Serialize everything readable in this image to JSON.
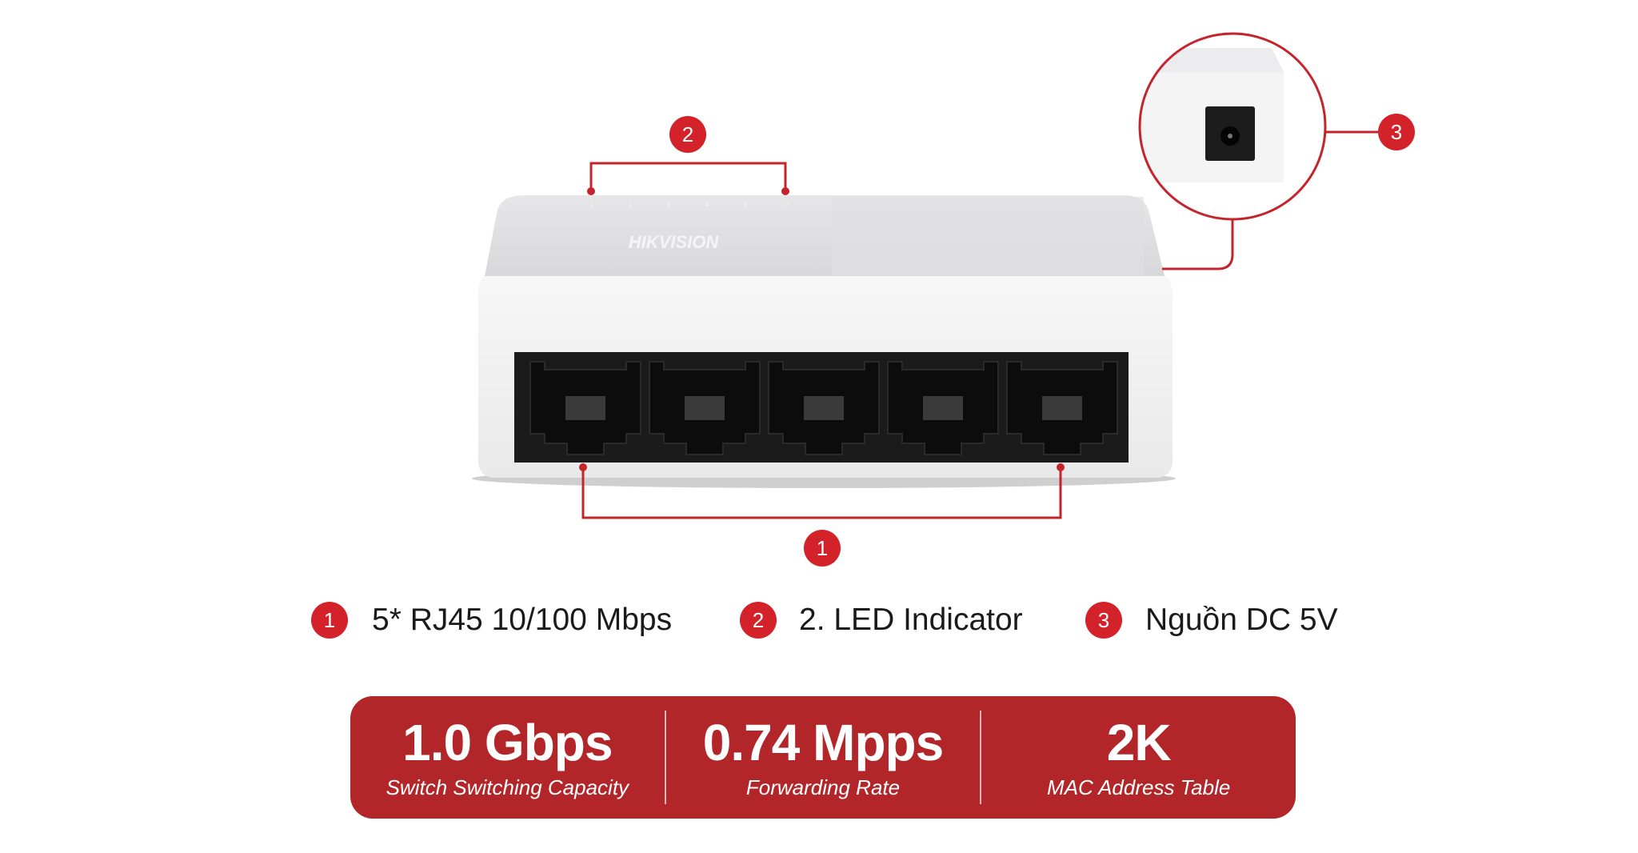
{
  "device": {
    "brand_logo": "HIKVISION",
    "led_labels": [
      "1",
      "2",
      "3",
      "4",
      "5",
      "⏻"
    ]
  },
  "callouts": [
    {
      "number": "1"
    },
    {
      "number": "2"
    },
    {
      "number": "3"
    }
  ],
  "legend": [
    {
      "number": "1",
      "text": "5* RJ45 10/100 Mbps"
    },
    {
      "number": "2",
      "text": "2. LED Indicator"
    },
    {
      "number": "3",
      "text": "Nguồn DC 5V"
    }
  ],
  "stats": [
    {
      "value": "1.0 Gbps",
      "label": "Switch Switching Capacity"
    },
    {
      "value": "0.74 Mpps",
      "label": "Forwarding Rate"
    },
    {
      "value": "2K",
      "label": "MAC Address Table"
    }
  ],
  "colors": {
    "accent": "#d3222a",
    "banner": "#b22629"
  }
}
